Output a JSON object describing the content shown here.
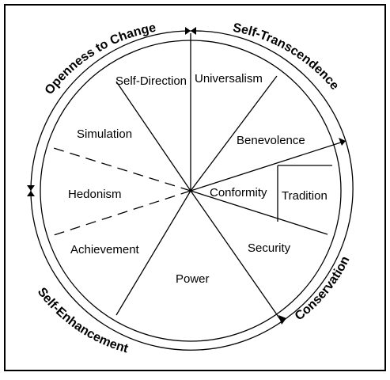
{
  "values": {
    "universalism": "Universalism",
    "benevolence": "Benevolence",
    "self_direction": "Self-Direction",
    "simulation": "Simulation",
    "hedonism": "Hedonism",
    "achievement": "Achievement",
    "power": "Power",
    "security": "Security",
    "conformity": "Conformity",
    "tradition": "Tradition"
  },
  "dimensions": {
    "openness": "Openness to Change",
    "transcendence": "Self-Transcendence",
    "enhancement": "Self-Enhancement",
    "conservation": "Conservation"
  },
  "colors": {
    "line": "#000000",
    "background": "#ffffff"
  }
}
